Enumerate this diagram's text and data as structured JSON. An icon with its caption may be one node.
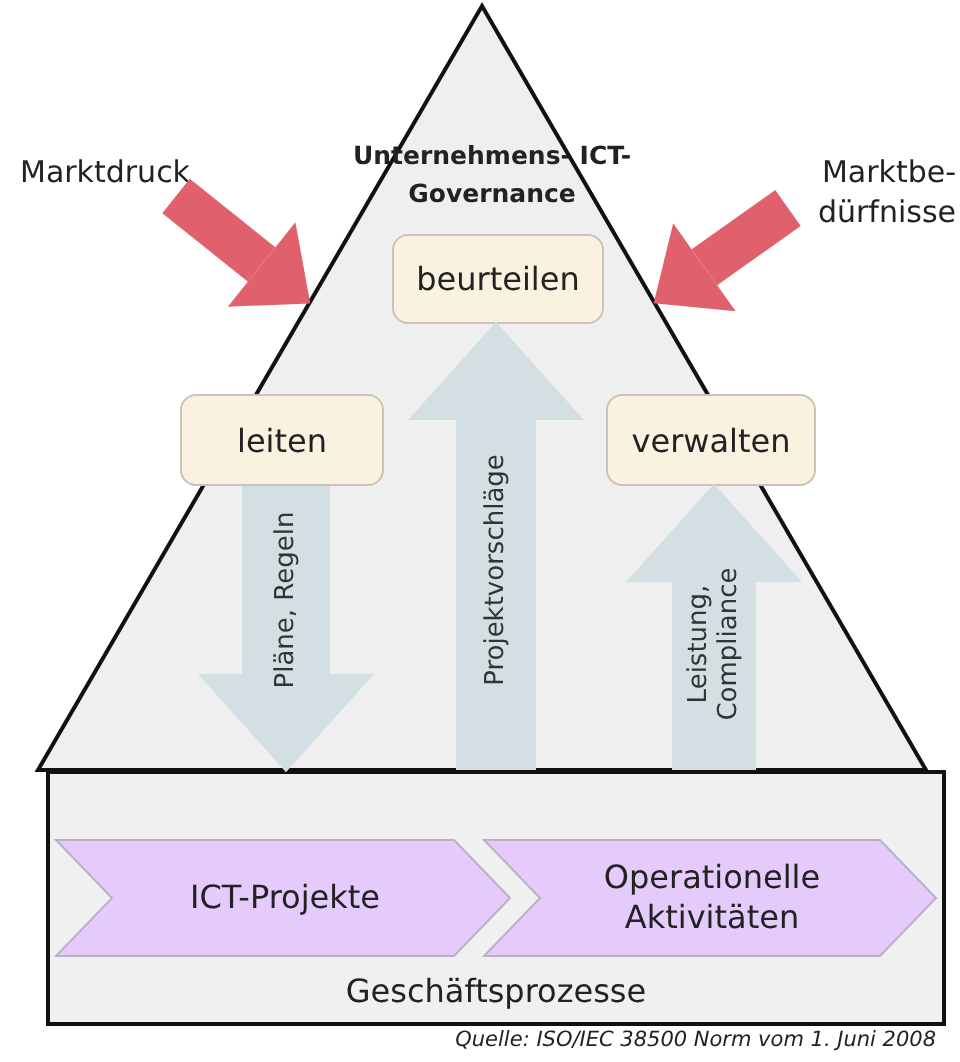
{
  "diagram": {
    "nodes": [
      {
        "text": [
          "Unternehmens- ICT-Governance"
        ]
      },
      {
        "text": [
          "beurteilen"
        ],
        "in": 0
      },
      {
        "text": [
          "leiten"
        ],
        "in": 0
      },
      {
        "text": [
          "verwalten"
        ],
        "in": 0
      },
      {
        "text": [
          "Geschäftsprozesse"
        ]
      },
      {
        "text": [
          "ICT-Projekte"
        ],
        "in": 4
      },
      {
        "text": [
          "Operationelle Aktivitäten"
        ],
        "in": 4
      },
      {
        "text": [
          "Marktdruck"
        ]
      },
      {
        "text": [
          "Marktbe- dürfnisse"
        ]
      }
    ],
    "edges": [
      {
        "from": 7,
        "to": 0,
        "arrow": "to",
        "color": "#e0606c"
      },
      {
        "from": 8,
        "to": 0,
        "arrow": "to",
        "color": "#e0606c"
      },
      {
        "from": 2,
        "to": 4,
        "arrow": "to",
        "label": "Pläne, Regeln"
      },
      {
        "from": 4,
        "to": 1,
        "arrow": "to",
        "label": "Projektvorschläge"
      },
      {
        "from": 4,
        "to": 3,
        "arrow": "to",
        "label": "Leistung, Compliance"
      }
    ],
    "labels": [
      "Quelle: ISO/IEC 38500 Norm vom 1. Juni 2008"
    ]
  }
}
